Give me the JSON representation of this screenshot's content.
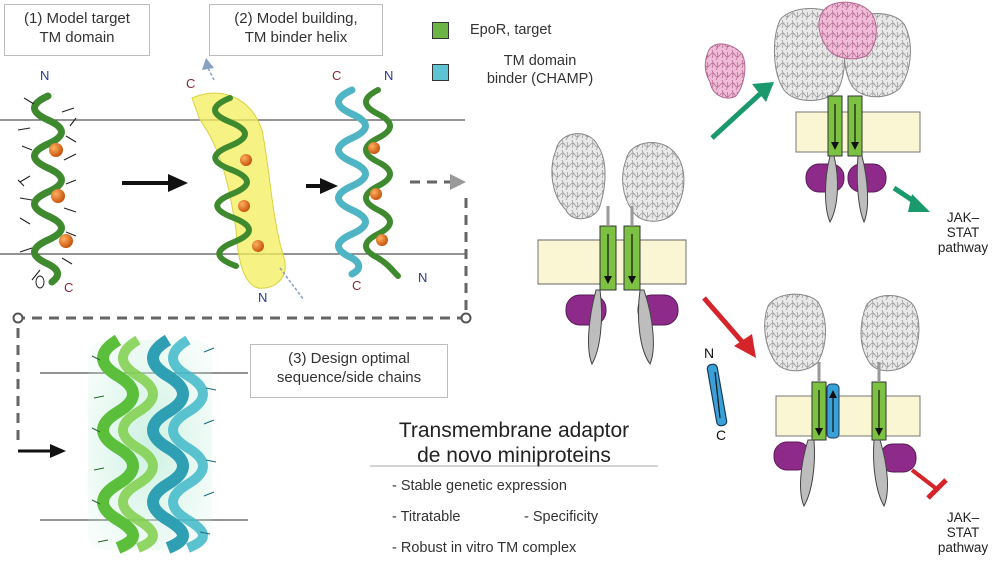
{
  "steps": {
    "step1": [
      "(1) Model target",
      "TM domain"
    ],
    "step2": [
      "(2) Model building,",
      "TM binder helix"
    ],
    "step3": [
      "(3) Design optimal",
      "sequence/side chains"
    ]
  },
  "legend": {
    "target_label": "EpoR, target",
    "binder_label": [
      "TM domain",
      "binder (CHAMP)"
    ],
    "colors": {
      "target": "#6cb544",
      "binder": "#5ec3d3"
    }
  },
  "termini": {
    "helix1_top": "N",
    "helix1_bottom": "C",
    "helix2_top": "C",
    "helix2_bottom": "N",
    "helix3_top_left": "C",
    "helix3_top_right": "N",
    "helix3_bottom_left": "C",
    "helix3_bottom_right": "N",
    "champ_top": "N",
    "champ_bottom": "C"
  },
  "pathway": {
    "activated": [
      "JAK–",
      "STAT",
      "pathway"
    ],
    "inhibited": [
      "JAK–",
      "STAT",
      "pathway"
    ]
  },
  "adaptor": {
    "title": [
      "Transmembrane adaptor",
      "de novo miniproteins"
    ],
    "features": [
      "- Stable genetic expression",
      "- Titratable",
      "- Specificity",
      "- Robust in vitro TM complex"
    ]
  },
  "colors": {
    "membrane": "#faf5d2",
    "jak": "#8e2a8a",
    "activation_arrow": "#1a9a6c",
    "inhibition_arrow": "#d6242b",
    "epo_ligand": "#e3a4c7",
    "helix_green": "#4f9a3a",
    "helix_cyan": "#4fb5c5",
    "orange_atom": "#e2781c"
  }
}
